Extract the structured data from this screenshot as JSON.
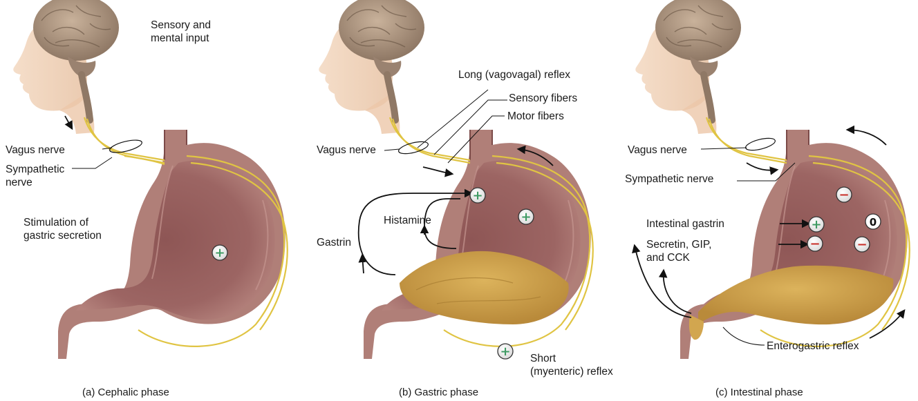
{
  "panels": [
    {
      "caption": "(a) Cephalic phase",
      "labels": {
        "sensory_input": [
          "Sensory and",
          "mental input"
        ],
        "vagus_nerve": "Vagus nerve",
        "sympathetic_nerve": [
          "Sympathetic",
          "nerve"
        ],
        "stimulation": [
          "Stimulation of",
          "gastric secretion"
        ]
      },
      "markers": [
        "+"
      ]
    },
    {
      "caption": "(b) Gastric phase",
      "labels": {
        "long_reflex": "Long (vagovagal) reflex",
        "sensory_fibers": "Sensory fibers",
        "motor_fibers": "Motor fibers",
        "vagus_nerve": "Vagus nerve",
        "histamine": "Histamine",
        "gastrin": "Gastrin",
        "short_reflex": [
          "Short",
          "(myenteric) reflex"
        ]
      },
      "markers": [
        "+",
        "+",
        "+"
      ]
    },
    {
      "caption": "(c) Intestinal phase",
      "labels": {
        "vagus_nerve": "Vagus nerve",
        "sympathetic_nerve": "Sympathetic nerve",
        "intestinal_gastrin": "Intestinal gastrin",
        "secretin": [
          "Secretin, GIP,",
          "and CCK"
        ],
        "enterogastric_reflex": "Enterogastric reflex"
      },
      "markers": [
        "+",
        "−",
        "−",
        "−",
        "0"
      ]
    }
  ],
  "colors": {
    "stomach_wall": "#a9746f",
    "stomach_lumen": "#8a5150",
    "chyme": "#c79a45",
    "nerve": "#e7cf47",
    "skin": "#f0cfb2",
    "brain": "#a8917c",
    "plus_symbol": "#3e9a63",
    "minus_symbol": "#c8312b"
  }
}
